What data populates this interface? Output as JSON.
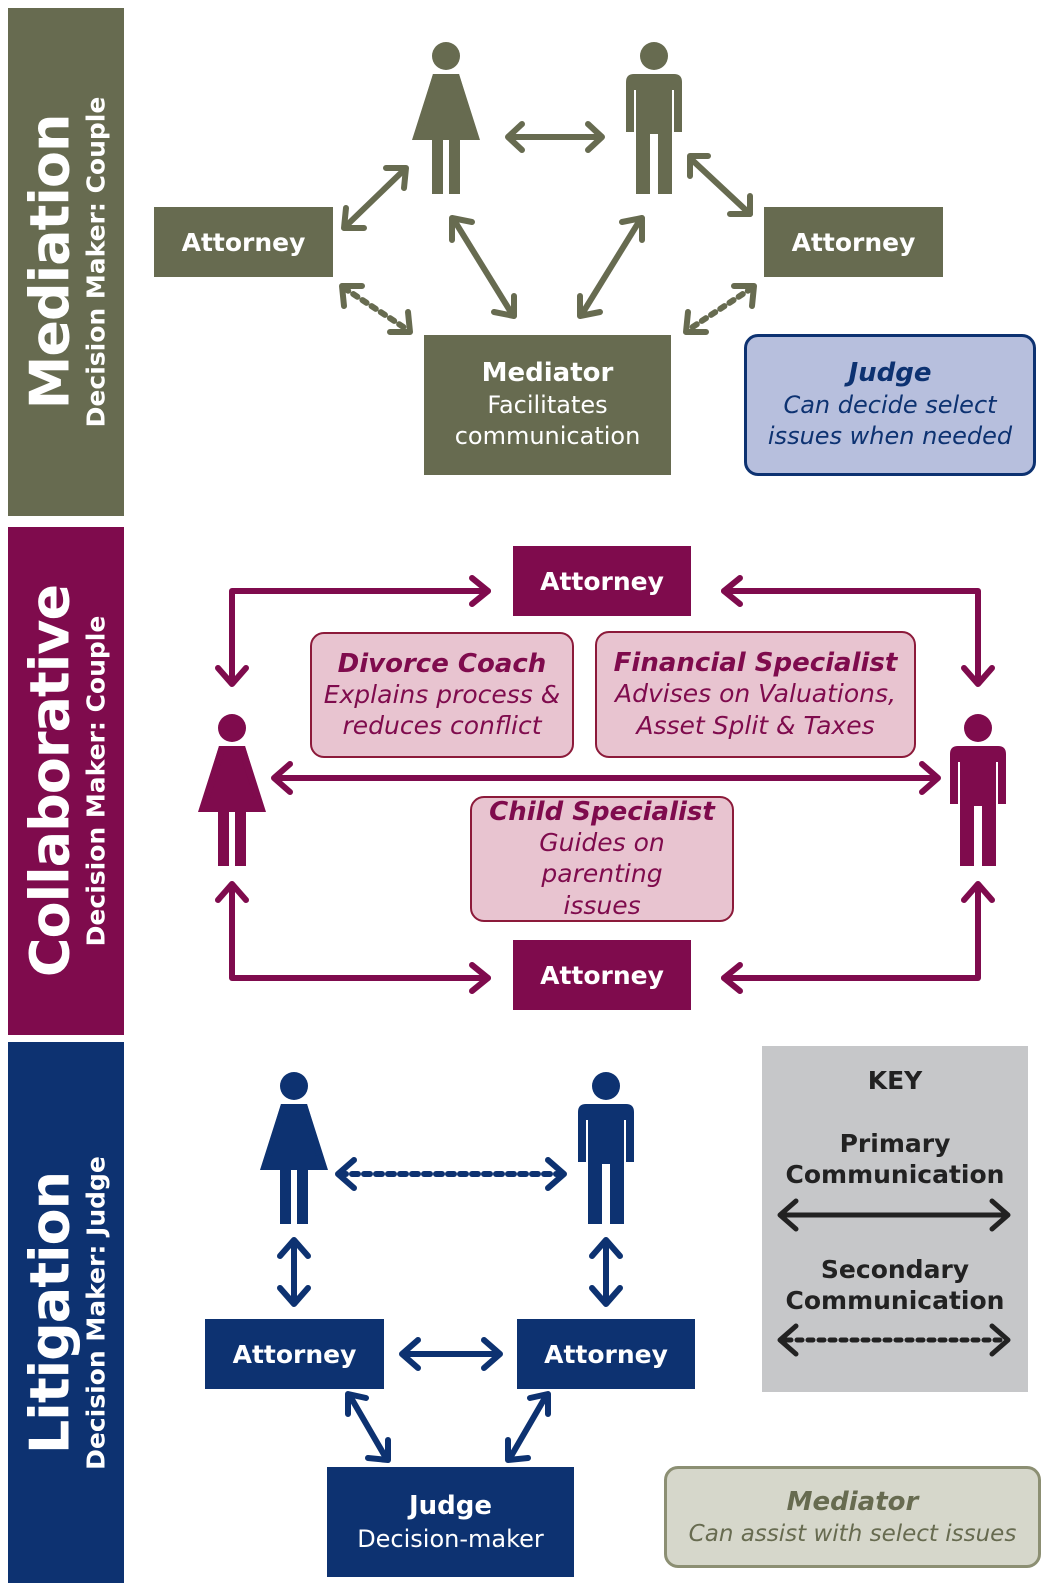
{
  "mediation": {
    "title": "Mediation",
    "subtitle": "Decision Maker: Couple",
    "attorney_left": "Attorney",
    "attorney_right": "Attorney",
    "mediator_title": "Mediator",
    "mediator_desc": "Facilitates communication",
    "judge_title": "Judge",
    "judge_desc": "Can decide select issues when needed"
  },
  "collaborative": {
    "title": "Collaborative",
    "subtitle": "Decision Maker: Couple",
    "attorney_top": "Attorney",
    "attorney_bottom": "Attorney",
    "coach_title": "Divorce Coach",
    "coach_desc": "Explains process & reduces conflict",
    "financial_title": "Financial Specialist",
    "financial_desc": "Advises on Valuations, Asset Split & Taxes",
    "child_title": "Child Specialist",
    "child_desc": "Guides on parenting issues"
  },
  "litigation": {
    "title": "Litigation",
    "subtitle": "Decision Maker: Judge",
    "attorney_left": "Attorney",
    "attorney_right": "Attorney",
    "judge_title": "Judge",
    "judge_desc": "Decision-maker",
    "mediator_title": "Mediator",
    "mediator_desc": "Can assist with select issues"
  },
  "key": {
    "title": "KEY",
    "primary": "Primary Communication",
    "secondary": "Secondary Communication"
  },
  "colors": {
    "mediation": "#676b50",
    "collaborative": "#7f0b4d",
    "litigation": "#0d3271",
    "key_bg": "#c6c7c9"
  }
}
